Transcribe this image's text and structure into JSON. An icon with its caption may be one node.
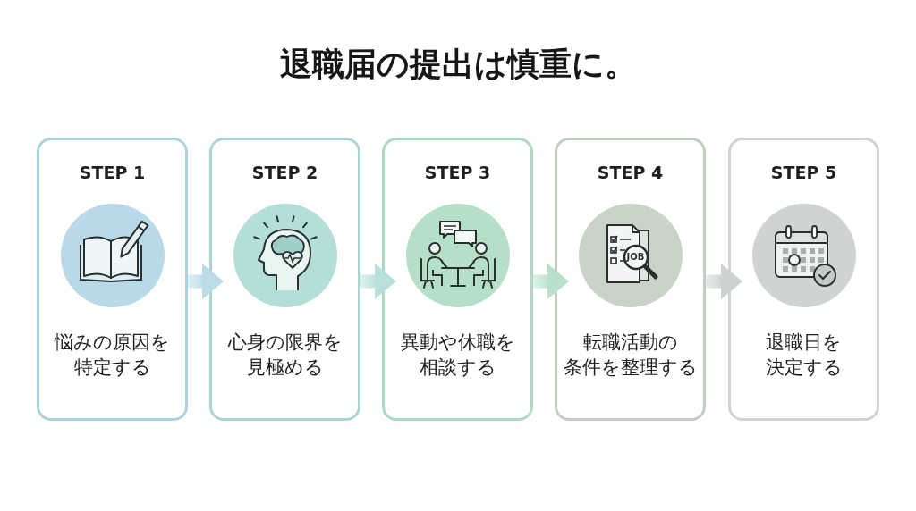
{
  "diagram": {
    "title": "退職届の提出は慎重に。",
    "nodes": [
      {
        "text": [
          "STEP 1",
          "悩みの原因を特定する"
        ]
      },
      {
        "text": [
          "STEP 2",
          "心身の限界を見極める"
        ]
      },
      {
        "text": [
          "STEP 3",
          "異動や休職を相談する"
        ]
      },
      {
        "text": [
          "STEP 4",
          "転職活動の条件を整理する"
        ]
      },
      {
        "text": [
          "STEP 5",
          "退職日を決定する"
        ]
      }
    ],
    "edges": [
      {
        "from": 0,
        "to": 1,
        "arrow": "to",
        "color": "#b9dce6"
      },
      {
        "from": 1,
        "to": 2,
        "arrow": "to",
        "color": "#b6e0d9"
      },
      {
        "from": 2,
        "to": 3,
        "arrow": "to",
        "color": "#b8e0cb"
      },
      {
        "from": 3,
        "to": 4,
        "arrow": "to",
        "color": "#ccd2d1"
      }
    ],
    "labels": [
      "JOB"
    ]
  }
}
